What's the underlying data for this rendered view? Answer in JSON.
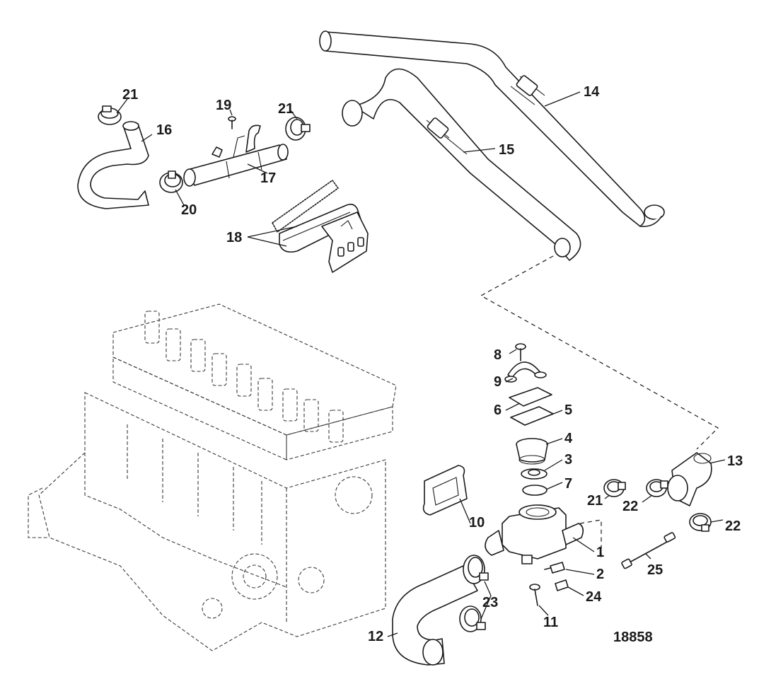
{
  "figure_number": "18858",
  "labels": [
    "1",
    "2",
    "3",
    "4",
    "5",
    "6",
    "7",
    "8",
    "9",
    "10",
    "11",
    "12",
    "13",
    "14",
    "15",
    "16",
    "17",
    "18",
    "19",
    "20",
    "21",
    "21",
    "21",
    "22",
    "22",
    "23",
    "24",
    "25"
  ],
  "colors": {
    "ink": "#1a1a1a",
    "background": "#ffffff",
    "shade": "#d8d8d8"
  }
}
